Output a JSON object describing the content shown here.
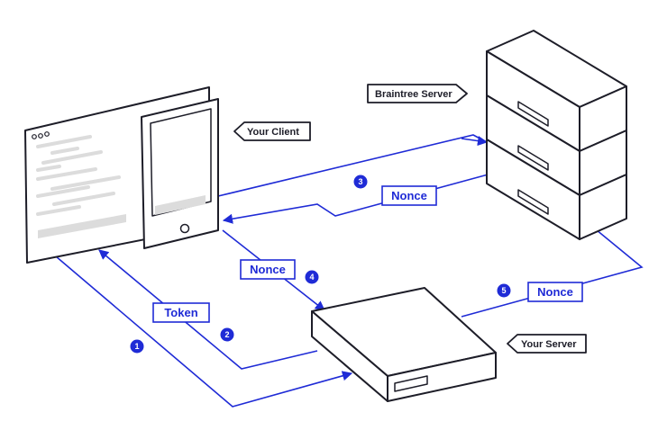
{
  "colors": {
    "accent": "#1f2bd6",
    "ink": "#1d1d28",
    "skeleton": "#dcdcdc",
    "paper": "#ffffff"
  },
  "tags": {
    "braintree_server": "Braintree Server",
    "your_client": "Your Client",
    "your_server": "Your Server"
  },
  "flow_labels": {
    "token": "Token",
    "nonce_client": "Nonce",
    "nonce_braintree": "Nonce",
    "nonce_server": "Nonce"
  },
  "steps": [
    "1",
    "2",
    "3",
    "4",
    "5"
  ],
  "icons": [
    "browser-window-icon",
    "mobile-device-icon",
    "server-stack-icon",
    "server-box-icon"
  ]
}
